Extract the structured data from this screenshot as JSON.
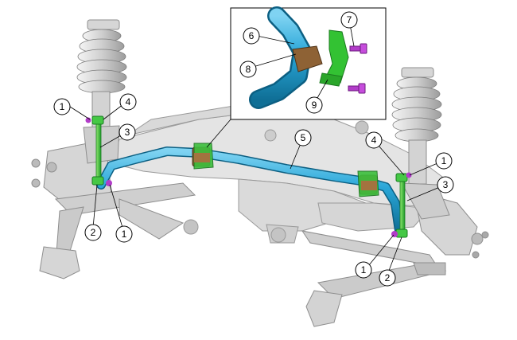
{
  "colors": {
    "stabilizer_bar": "#2aa7d8",
    "stabilizer_bar_dark": "#0f6f96",
    "link_green": "#33c233",
    "bushing_brown": "#9a6a3c",
    "bolt_magenta": "#b23cc9",
    "suspension_gray": "#c8c8c8",
    "callout_stroke": "#000000"
  },
  "callouts": [
    {
      "id": "c-1a",
      "label": "1"
    },
    {
      "id": "c-4a",
      "label": "4"
    },
    {
      "id": "c-3a",
      "label": "3"
    },
    {
      "id": "c-2a",
      "label": "2"
    },
    {
      "id": "c-1b",
      "label": "1"
    },
    {
      "id": "c-5",
      "label": "5"
    },
    {
      "id": "c-4b",
      "label": "4"
    },
    {
      "id": "c-1c",
      "label": "1"
    },
    {
      "id": "c-3b",
      "label": "3"
    },
    {
      "id": "c-1d",
      "label": "1"
    },
    {
      "id": "c-2b",
      "label": "2"
    },
    {
      "id": "c-6",
      "label": "6"
    },
    {
      "id": "c-7",
      "label": "7"
    },
    {
      "id": "c-8",
      "label": "8"
    },
    {
      "id": "c-9",
      "label": "9"
    }
  ]
}
